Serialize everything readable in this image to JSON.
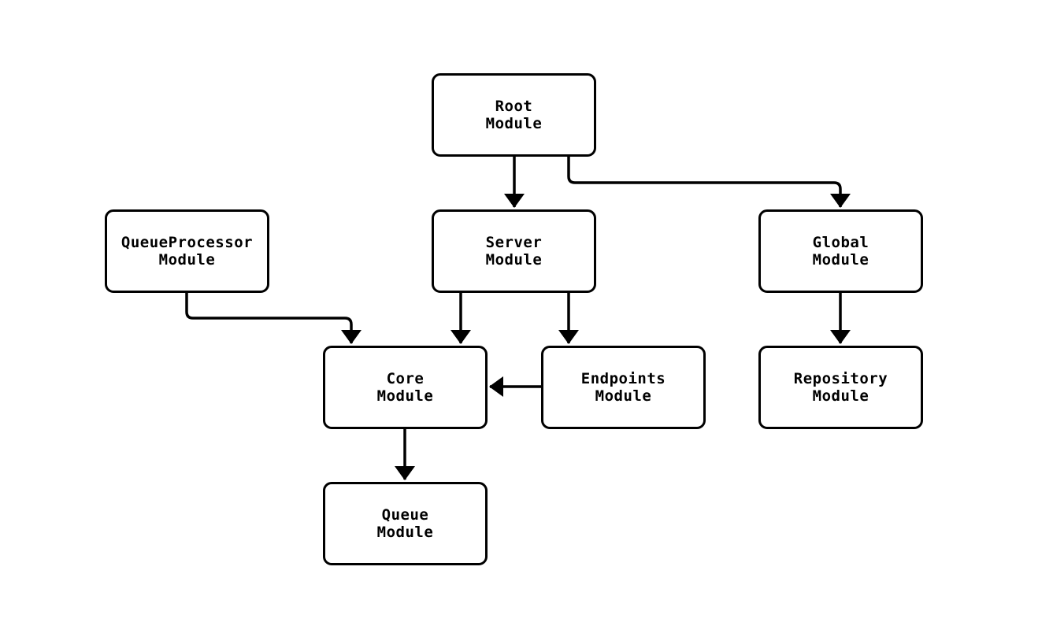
{
  "diagram": {
    "type": "module-dependency-graph",
    "background_color": "#ffffff",
    "stroke_color": "#000000",
    "text_color": "#000000",
    "nodes": {
      "root": {
        "label": "Root\nModule"
      },
      "queue_processor": {
        "label": "QueueProcessor\nModule"
      },
      "server": {
        "label": "Server\nModule"
      },
      "global": {
        "label": "Global\nModule"
      },
      "core": {
        "label": "Core\nModule"
      },
      "endpoints": {
        "label": "Endpoints\nModule"
      },
      "repository": {
        "label": "Repository\nModule"
      },
      "queue": {
        "label": "Queue\nModule"
      }
    },
    "edges": [
      {
        "from": "root",
        "to": "server"
      },
      {
        "from": "root",
        "to": "global"
      },
      {
        "from": "queue_processor",
        "to": "core"
      },
      {
        "from": "server",
        "to": "core"
      },
      {
        "from": "server",
        "to": "endpoints"
      },
      {
        "from": "endpoints",
        "to": "core"
      },
      {
        "from": "core",
        "to": "queue"
      },
      {
        "from": "global",
        "to": "repository"
      }
    ]
  }
}
